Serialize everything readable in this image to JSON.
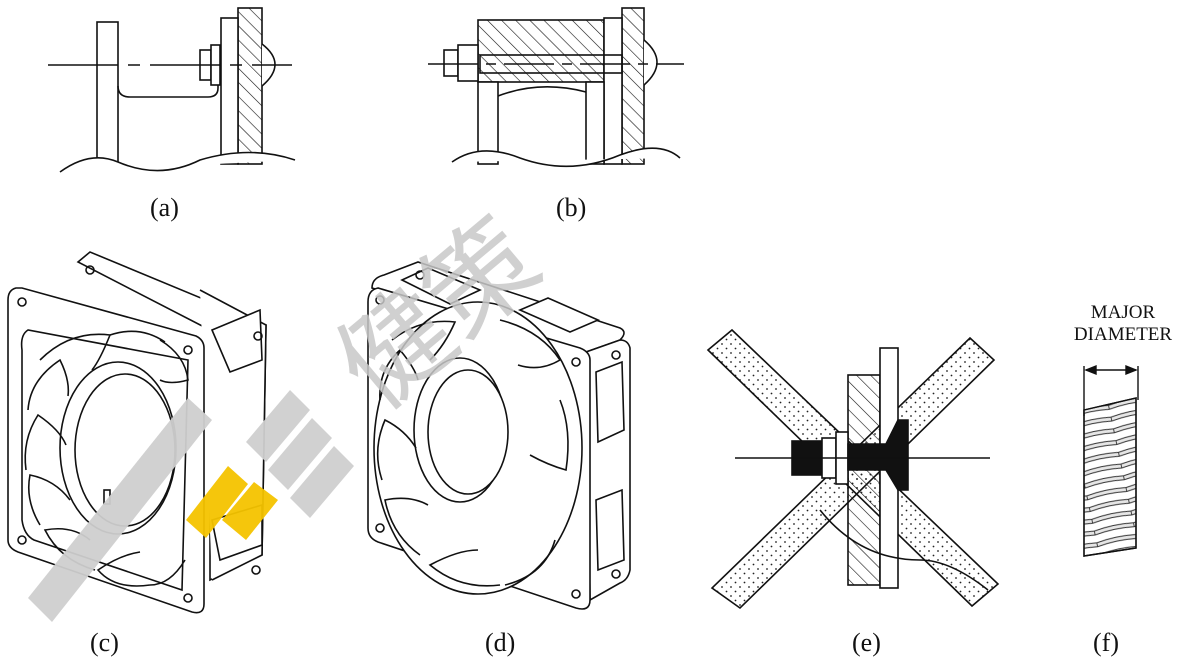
{
  "figures": {
    "a": {
      "caption": "(a)"
    },
    "b": {
      "caption": "(b)"
    },
    "c": {
      "caption": "(c)"
    },
    "d": {
      "caption": "(d)"
    },
    "e": {
      "caption": "(e)"
    },
    "f": {
      "caption": "(f)",
      "dimension_label_line1": "MAJOR",
      "dimension_label_line2": "DIAMETER"
    }
  },
  "watermark": {
    "text": "健策",
    "colors": [
      "#c8c8c8",
      "#f5c400"
    ]
  }
}
